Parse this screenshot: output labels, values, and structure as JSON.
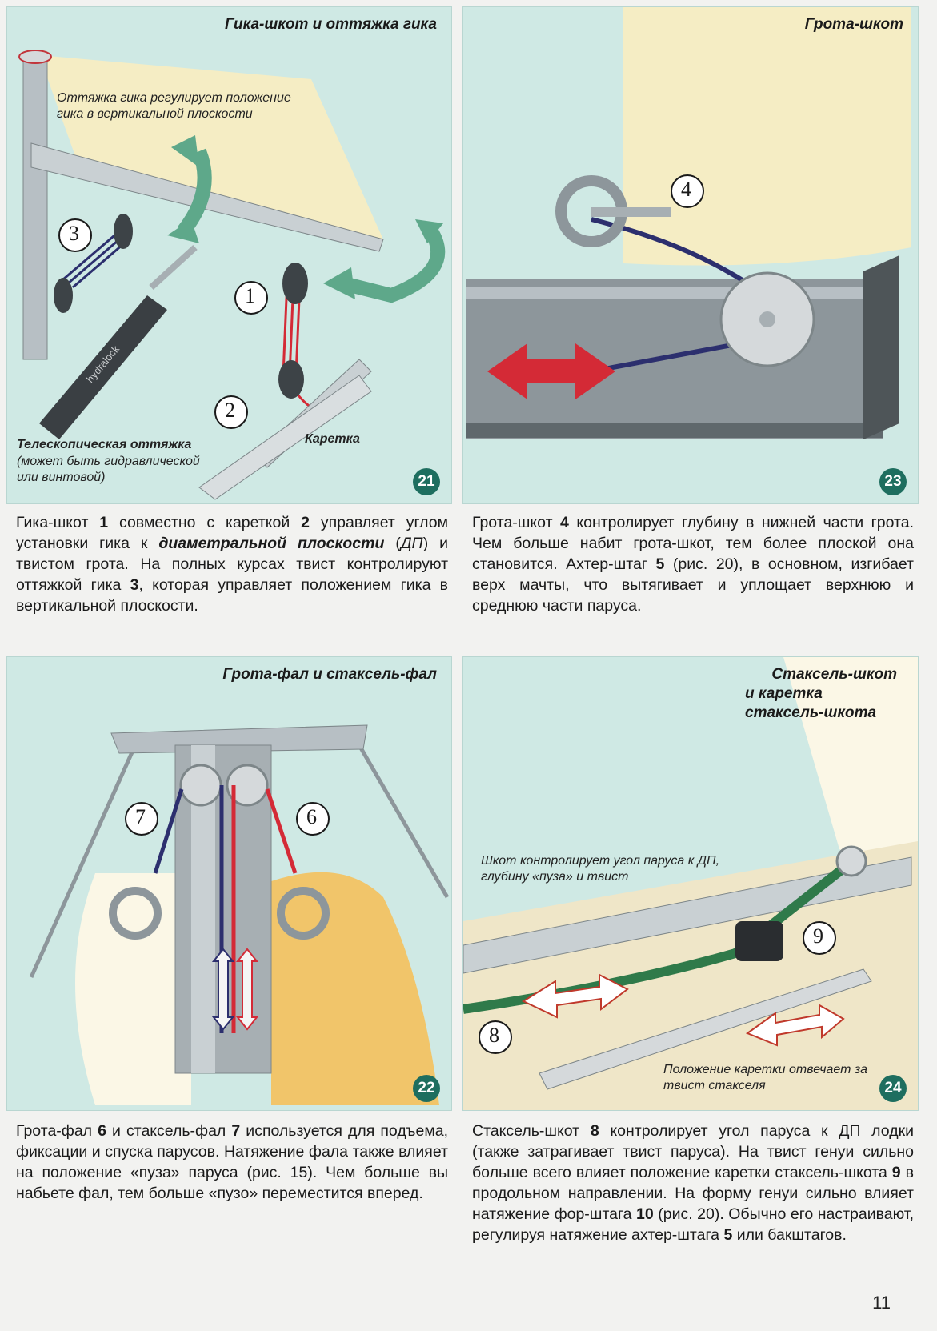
{
  "panels": [
    {
      "title": "Гика-шкот и оттяжка гика",
      "number": "21",
      "callouts": [
        "1",
        "2",
        "3"
      ],
      "captions": {
        "vang_note": "Оттяжка гика регулирует положение гика в вертикальной плоскости",
        "telescopic_title": "Телескопическая оттяжка",
        "telescopic_note": "(может быть гидравлической или винтовой)",
        "carriage": "Каретка",
        "hydraulic_label": "hydralock"
      },
      "text": {
        "p1": "Гика-шкот ",
        "n1": "1",
        "p2": " совместно с кареткой ",
        "n2": "2",
        "p3": " управляет углом установки гика к ",
        "em1": "диаметральной плоскости",
        "p4": " (",
        "em2": "ДП",
        "p5": ") и твистом грота. На полных курсах твист контролируют оттяжкой гика ",
        "n3": "3",
        "p6": ", которая управляет положением гика в вертикальной плоскости."
      }
    },
    {
      "title": "Грота-шкот",
      "number": "23",
      "callouts": [
        "4"
      ],
      "text": {
        "p1": "Грота-шкот ",
        "n1": "4",
        "p2": " контролирует глубину в нижней части грота. Чем больше набит грота-шкот, тем более плоской она становится. Ахтер-штаг ",
        "n2": "5",
        "p3": " (рис. 20), в основном, изгибает верх мачты, что вытягивает и уплощает верхнюю и среднюю части паруса."
      }
    },
    {
      "title": "Грота-фал и стаксель-фал",
      "number": "22",
      "callouts": [
        "7",
        "6"
      ],
      "text": {
        "p1": "Грота-фал ",
        "n1": "6",
        "p2": " и стаксель-фал ",
        "n2": "7",
        "p3": " используется для подъема, фиксации и спуска парусов. Натяжение фала также влияет на положение «пуза» паруса (рис. 15). Чем больше вы набьете фал, тем больше «пузо» переместится вперед."
      }
    },
    {
      "title_line1": "Стаксель-шкот",
      "title_line2": "и каретка",
      "title_line3": "стаксель-шкота",
      "number": "24",
      "callouts": [
        "9",
        "8"
      ],
      "captions": {
        "sheet_note": "Шкот контролирует угол паруса к ДП, глубину «пуза» и твист",
        "car_note": "Положение каретки отвечает за твист стакселя"
      },
      "text": {
        "p1": "Стаксель-шкот ",
        "n1": "8",
        "p2": " контролирует угол паруса к ДП лодки (также затрагивает твист паруса). На твист генуи сильно больше всего влияет положение каретки стаксель-шкота ",
        "n2": "9",
        "p3": " в продольном направлении. На форму генуи сильно влияет натяжение фор-штага ",
        "n3": "10",
        "p4": " (рис. 20). Обычно его настраивают, регулируя натяжение ахтер-штага ",
        "n4": "5",
        "p5": " или бакштагов."
      }
    }
  ],
  "page_number": "11",
  "colors": {
    "panel_bg": "#cfe9e4",
    "badge": "#1e6e5f",
    "red_line": "#d42a36",
    "arrow_green": "#5ea88a",
    "navy_line": "#2c2f6e",
    "sail_yellow": "#f5edc4"
  }
}
